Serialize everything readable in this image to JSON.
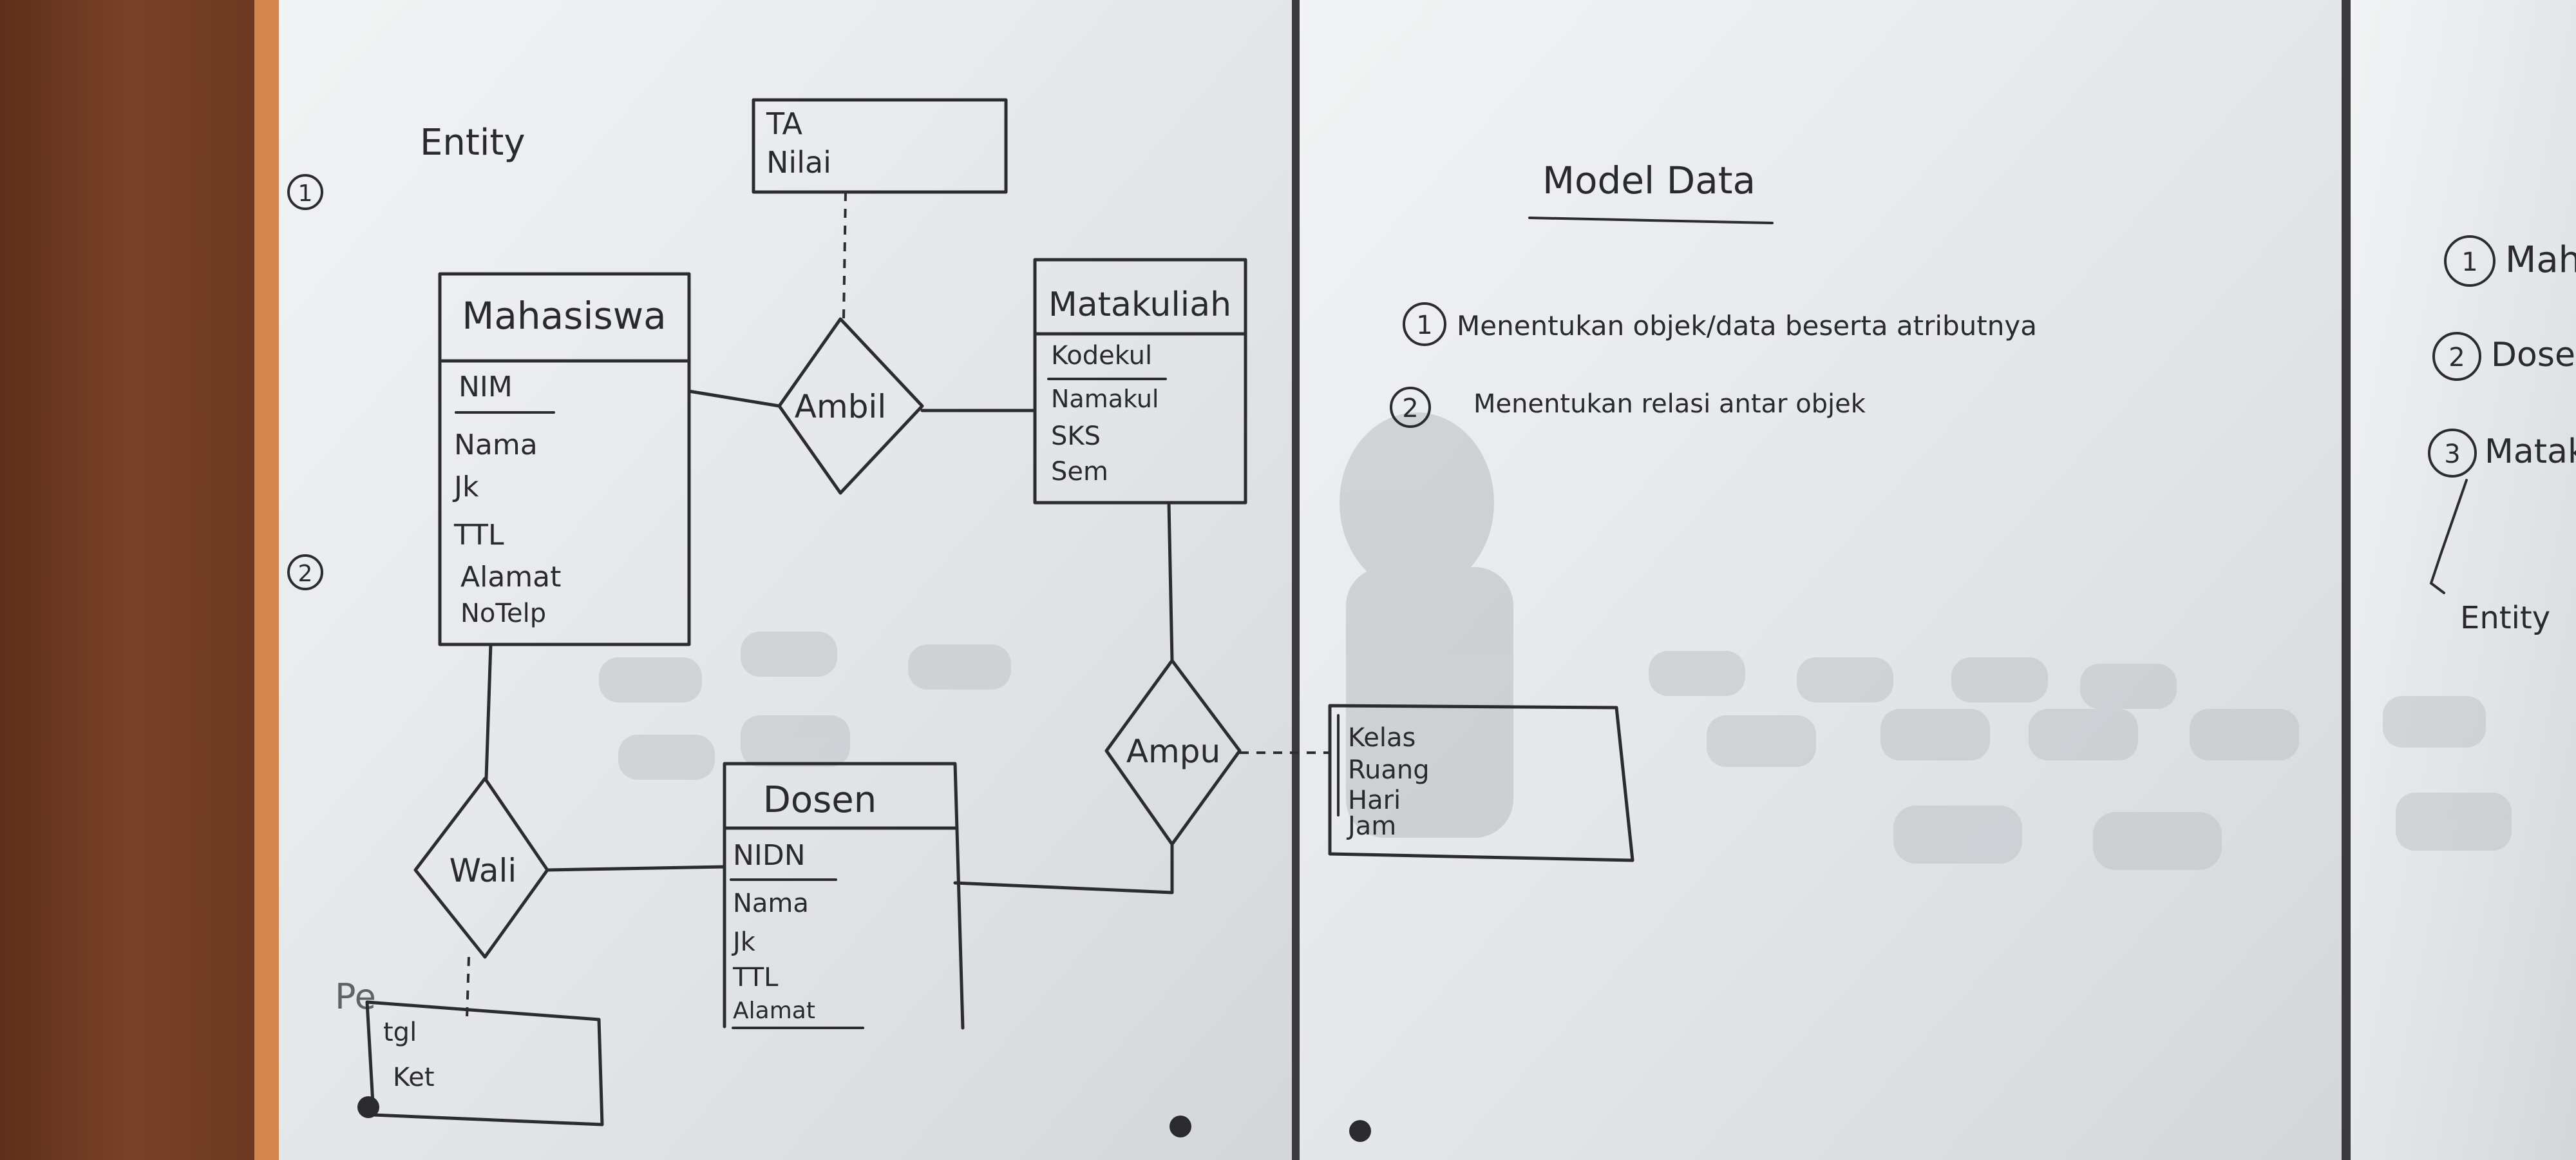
{
  "board": {
    "heading": "Entity",
    "section_labels": [
      "1",
      "2"
    ]
  },
  "diagram": {
    "entities": {
      "mahasiswa": {
        "name": "Mahasiswa",
        "key": "NIM",
        "attributes": [
          "Nama",
          "Jk",
          "TTL",
          "Alamat",
          "NoTelp"
        ]
      },
      "matakuliah": {
        "name": "Matakuliah",
        "key": "Kodekul",
        "attributes": [
          "Namakul",
          "SKS",
          "Sem"
        ]
      },
      "dosen": {
        "name": "Dosen",
        "key": "NIDN",
        "attributes": [
          "Nama",
          "Jk",
          "TTL",
          "Alamat"
        ]
      }
    },
    "relationships": {
      "ambil": "Ambil",
      "ampu": "Ampu",
      "wali": "Wali"
    },
    "relation_attributes": {
      "ambil": [
        "TA",
        "Nilai"
      ],
      "ampu": [
        "Kelas",
        "Ruang",
        "Hari",
        "Jam"
      ],
      "wali": [
        "tgl",
        "Ket"
      ]
    },
    "stray_label": "Pe"
  },
  "model": {
    "title": "Model Data",
    "steps": [
      {
        "num": "1",
        "text": "Menentukan objek/data beserta atributnya"
      },
      {
        "num": "2",
        "text": "Menentukan relasi antar objek"
      }
    ]
  },
  "side_list": {
    "items": [
      {
        "num": "1",
        "text": "Mah"
      },
      {
        "num": "2",
        "text": "Dosen"
      },
      {
        "num": "3",
        "text": "Matak"
      }
    ],
    "footer": "Entity"
  },
  "colors": {
    "frame": "#6e3a22",
    "board": "#e9ecee",
    "ink": "#2c2c30",
    "glass_gap": "#3a3a3c"
  }
}
